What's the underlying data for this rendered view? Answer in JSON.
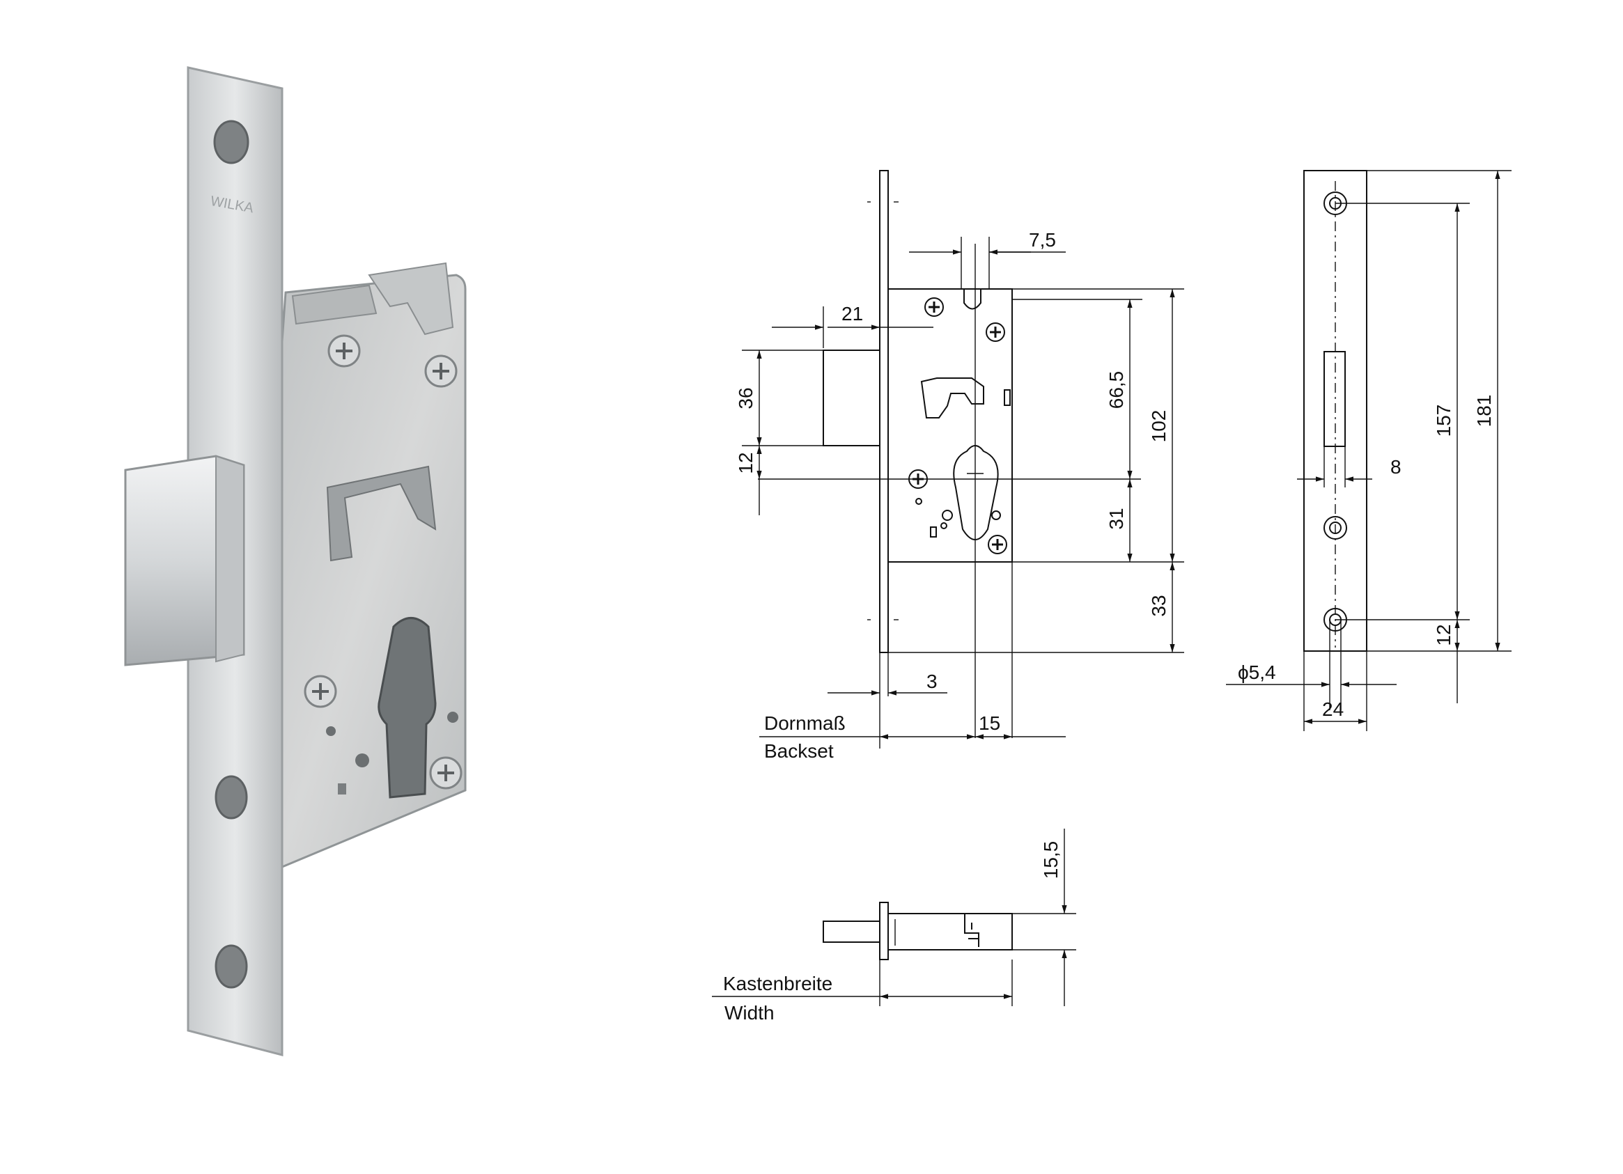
{
  "photo": {
    "logo_text": "WILKA"
  },
  "labels": {
    "backset_de": "Dornmaß",
    "backset_en": "Backset",
    "width_de": "Kastenbreite",
    "width_en": "Width"
  },
  "dimensions": {
    "cylinder_slot": "7,5",
    "bolt_throw": "21",
    "bolt_height": "36",
    "bolt_offset": "12",
    "case_upper": "66,5",
    "case_height": "102",
    "case_lower": "31",
    "case_bottom": "33",
    "faceplate_thickness": "3",
    "backset": "15",
    "faceplate_slot_width": "8",
    "hole_spacing": "157",
    "faceplate_length": "181",
    "hole_end": "12",
    "hole_diameter": "ϕ5,4",
    "faceplate_width": "24",
    "case_thickness": "15,5"
  }
}
